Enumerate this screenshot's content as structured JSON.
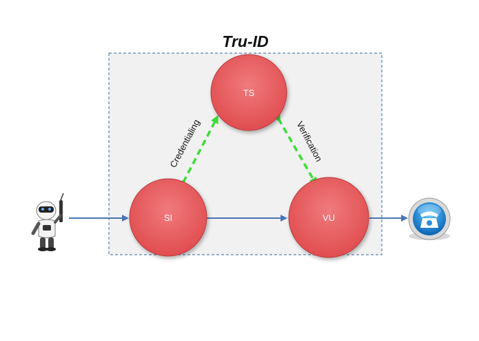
{
  "title": "Tru-ID",
  "nodes": {
    "ts": {
      "label": "TS"
    },
    "si": {
      "label": "SI"
    },
    "vu": {
      "label": "VU"
    }
  },
  "edges": {
    "credentialing": "Credentialing",
    "verification": "Verification"
  },
  "icons": {
    "caller": "robot-caller-icon",
    "destination": "telephone-icon"
  },
  "colors": {
    "node_fill": "#e8575a",
    "node_stroke": "#b83a3d",
    "flow_arrow": "#4a76b5",
    "dashed_arrow": "#3ddc38",
    "box_fill": "#f1f1f1",
    "box_border": "#5a7fb0"
  }
}
